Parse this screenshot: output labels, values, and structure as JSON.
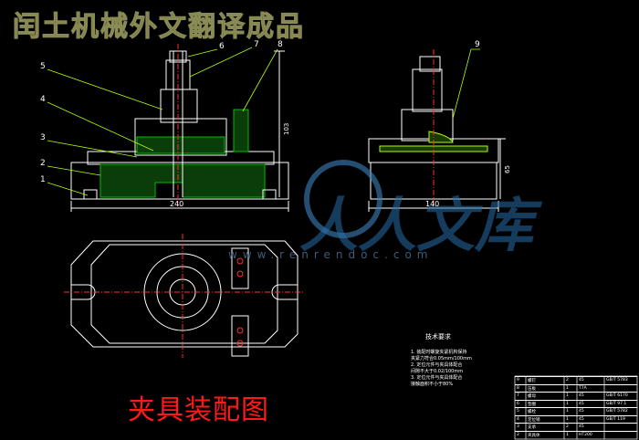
{
  "header": {
    "title": "闰土机械外文翻译成品"
  },
  "drawing": {
    "title": "夹具装配图",
    "part_labels": [
      "1",
      "2",
      "3",
      "4",
      "5",
      "6",
      "7",
      "8",
      "9"
    ],
    "dimensions": {
      "front_width": "240",
      "front_height": "103",
      "side_width": "140",
      "side_height": "65"
    }
  },
  "watermark": {
    "text": "人人文库",
    "url": "www.renrendoc.com"
  },
  "tech_requirements": {
    "title": "技术要求",
    "lines": [
      "1. 装配时螺旋夹紧机构保持",
      "夹紧力符合0.05mm/100mm",
      "2. 定位元件与夹具体配合",
      "间隙不大于0.02/100mm",
      "3. 定位元件与夹具体配合",
      "接触面积不小于80%"
    ]
  },
  "bom": {
    "rows": [
      {
        "no": "9",
        "name": "螺钉",
        "qty": "2",
        "material": "45",
        "std": "GB/T 5783"
      },
      {
        "no": "8",
        "name": "压板",
        "qty": "1",
        "material": "T7A",
        "std": ""
      },
      {
        "no": "7",
        "name": "螺母",
        "qty": "1",
        "material": "45",
        "std": "GB/T 6170"
      },
      {
        "no": "6",
        "name": "垫圈",
        "qty": "1",
        "material": "45",
        "std": "GB/T 97.1"
      },
      {
        "no": "5",
        "name": "螺栓",
        "qty": "1",
        "material": "45",
        "std": "GB/T 5782"
      },
      {
        "no": "4",
        "name": "定位销",
        "qty": "1",
        "material": "45",
        "std": "GB/T 119"
      },
      {
        "no": "3",
        "name": "支承",
        "qty": "2",
        "material": "45",
        "std": ""
      },
      {
        "no": "2",
        "name": "夹具体",
        "qty": "1",
        "material": "HT200",
        "std": ""
      }
    ]
  },
  "colors": {
    "background": "#000000",
    "line": "#ffffff",
    "hatch": "#00c000",
    "leader": "#b0ff00",
    "center": "#ff3030",
    "title_red": "#ff1a1a"
  }
}
